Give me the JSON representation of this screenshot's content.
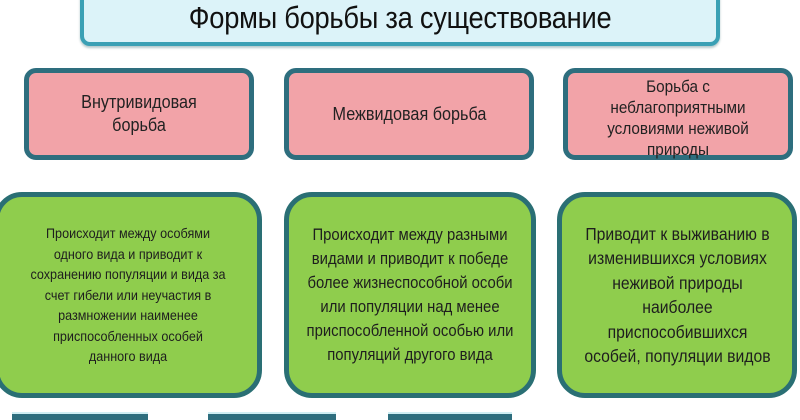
{
  "diagram": {
    "title": "Формы борьбы за существование",
    "categories": [
      {
        "label": "Внутривидовая борьба",
        "description": "Происходит между особями одного вида и приводит к сохранению популяции и вида за счет гибели или неучастия в размножении наименее приспособленных особей данного вида"
      },
      {
        "label": "Межвидовая борьба",
        "description": "Происходит между разными видами и приводит к победе более жизнеспособной особи или популяции над менее приспособленной особью или популяций другого вида"
      },
      {
        "label": "Борьба с неблагоприятными условиями неживой природы",
        "description": "Приводит к выживанию в изменившихся условиях неживой природы наиболее приспособившихся особей, популяции видов"
      }
    ],
    "colors": {
      "title_fill": "#dcf3f9",
      "title_border": "#3aa0b5",
      "category_fill": "#f2a3a8",
      "description_fill": "#8fcd4d",
      "border_dark": "#2e6e7e"
    }
  }
}
